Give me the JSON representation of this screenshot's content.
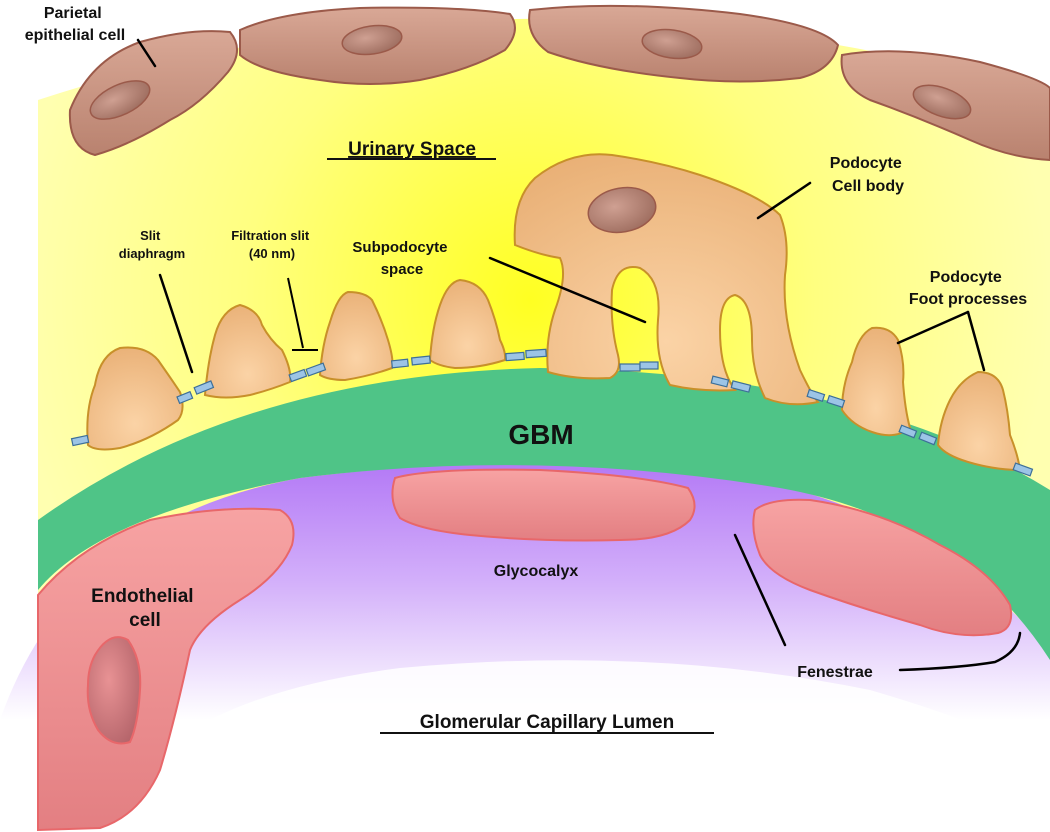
{
  "labels": {
    "parietal_epithelial_cell": [
      "Parietal",
      "epithelial cell"
    ],
    "urinary_space": "Urinary Space",
    "podocyte_cell_body": [
      "Podocyte",
      "Cell body"
    ],
    "slit_diaphragm": [
      "Slit",
      "diaphragm"
    ],
    "filtration_slit": [
      "Filtration slit",
      "(40 nm)"
    ],
    "subpodocyte_space": [
      "Subpodocyte",
      "space"
    ],
    "podocyte_foot_processes": [
      "Podocyte",
      "Foot processes"
    ],
    "gbm": "GBM",
    "endothelial_cell": [
      "Endothelial",
      "cell"
    ],
    "glycocalyx": "Glycocalyx",
    "fenestrae": "Fenestrae",
    "glomerular_capillary_lumen": "Glomerular Capillary Lumen"
  },
  "colors": {
    "urinary_space": "#ffff99",
    "gbm": "#4fc487",
    "glycocalyx": "#b980f5",
    "podocyte": "#f8c48e",
    "endothelial": "#f59a9a",
    "parietal_cell": "#c99484",
    "slit_diaphragm": "#9cc4e6"
  }
}
